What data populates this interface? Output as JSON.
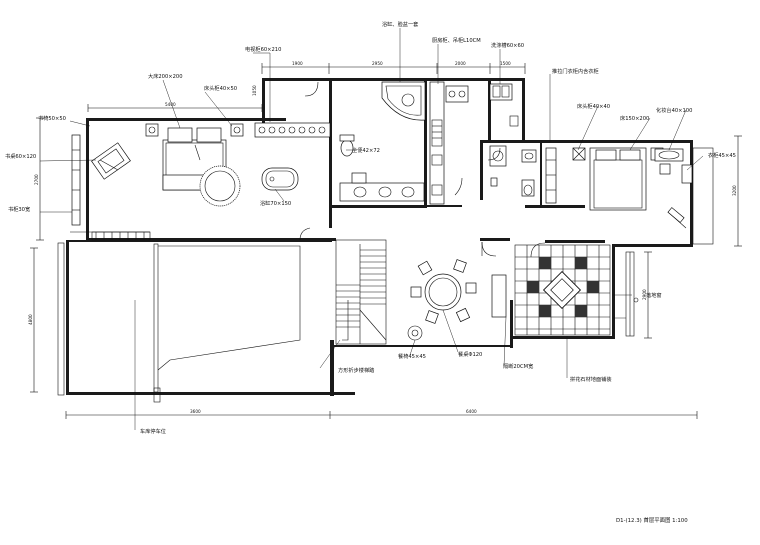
{
  "drawing": {
    "caption": "D1-(12.3) 首层平面图 1:100"
  },
  "labels": {
    "top_fixture_note": "浴缸、脸盆一套",
    "top_cabinet": "厨房柜、吊柜L10CM",
    "top_sink": "洗涤槽60×60",
    "top_tv_cabinet": "电视柜60×210",
    "bed_large": "大床200×200",
    "bedside_table": "床头柜40×50",
    "desk": "书桌60×120",
    "chair": "书椅50×50",
    "bookshelf": "书柜30宽",
    "toilet_size": "坐便42×72",
    "bath_tub": "浴缸70×150",
    "right_wardrobe_note": "推拉门衣柜内含衣柜",
    "right_bedside": "床头柜40×40",
    "right_bed": "床150×200",
    "right_dresser": "化妆台40×100",
    "right_wardrobe": "衣柜45×45",
    "stair_note": "方形折步楼梯踏",
    "dining_chair": "餐椅45×45",
    "dining_table": "餐桌Φ120",
    "foyer_wall": "隔断20CM宽",
    "stone_pattern": "拼花石材地面铺装",
    "balcony_glass": "落地窗",
    "garage_note": "车库停车位",
    "top_right_small": "衣柜45×45"
  },
  "dimensions": {
    "d_top_1": "1900",
    "d_top_2": "2950",
    "d_top_3": "2000",
    "d_top_4": "1500",
    "d_left_main": "5400",
    "d_left_v1": "1050",
    "d_left_v2": "2700",
    "d_garage_v": "4800",
    "d_bottom_1": "3600",
    "d_bottom_2": "6400",
    "d_right_v": "3200",
    "d_right_v2": "2900"
  }
}
